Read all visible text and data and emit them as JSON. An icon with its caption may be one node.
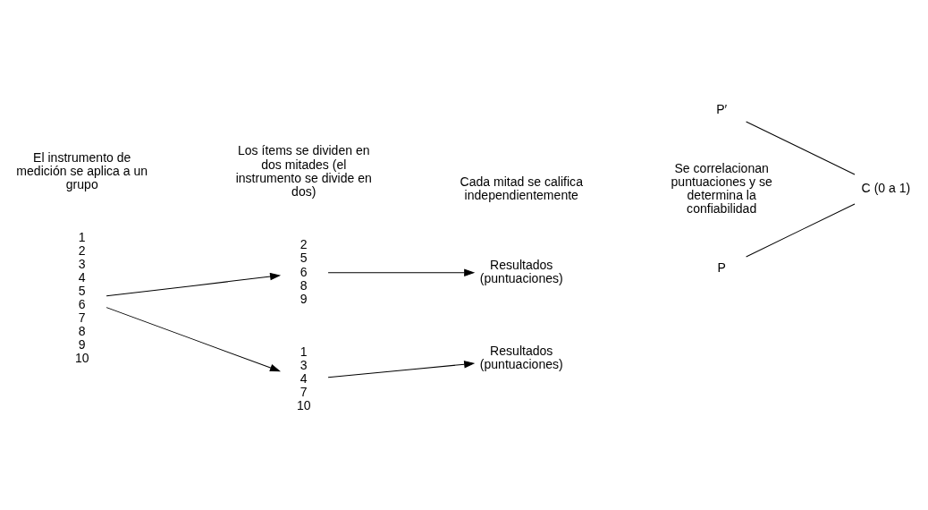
{
  "diagram": {
    "nodes": [
      {
        "text": [
          "1",
          "2",
          "3",
          "4",
          "5",
          "6",
          "7",
          "8",
          "9",
          "10"
        ]
      },
      {
        "text": [
          "1",
          "3",
          "4",
          "7",
          "10"
        ]
      },
      {
        "text": [
          "2",
          "5",
          "6",
          "8",
          "9"
        ]
      },
      {
        "text": [
          "Resultados (puntuaciones)"
        ]
      },
      {
        "text": [
          "Resultados (puntuaciones)"
        ]
      },
      {
        "text": [
          "P"
        ]
      },
      {
        "text": [
          "P′"
        ]
      },
      {
        "text": [
          "C (0 a 1)"
        ]
      }
    ],
    "edges": [
      {
        "from": 0,
        "to": 1,
        "arrow": "to"
      },
      {
        "from": 0,
        "to": 2,
        "arrow": "to"
      },
      {
        "from": 1,
        "to": 3,
        "arrow": "to"
      },
      {
        "from": 2,
        "to": 4,
        "arrow": "to"
      },
      {
        "from": 5,
        "to": 7,
        "arrow": "none"
      },
      {
        "from": 6,
        "to": 7,
        "arrow": "none"
      }
    ],
    "labels": [
      "El instrumento de medición se aplica a un grupo",
      "Los ítems se dividen en dos mitades (el instrumento se divide en dos)",
      "Cada mitad se califica independientemente",
      "Se correlacionan puntuaciones y se determina la confiabilidad"
    ]
  }
}
